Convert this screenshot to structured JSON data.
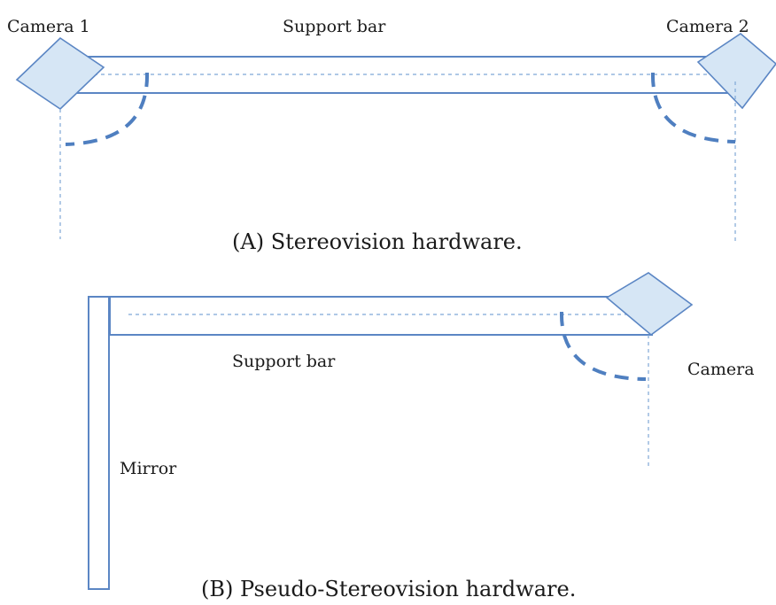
{
  "panel_a": {
    "label_camera_1": "Camera 1",
    "label_camera_2": "Camera 2",
    "label_support_bar": "Support bar",
    "caption": "(A) Stereovision hardware."
  },
  "panel_b": {
    "label_support_bar": "Support bar",
    "label_camera": "Camera",
    "label_mirror": "Mirror",
    "caption": "(B) Pseudo-Stereovision hardware."
  },
  "colors": {
    "stroke": "#5b86c4",
    "camera_fill": "#d6e6f5",
    "dashed": "#7ea6d6",
    "text": "#1a1a1a"
  }
}
